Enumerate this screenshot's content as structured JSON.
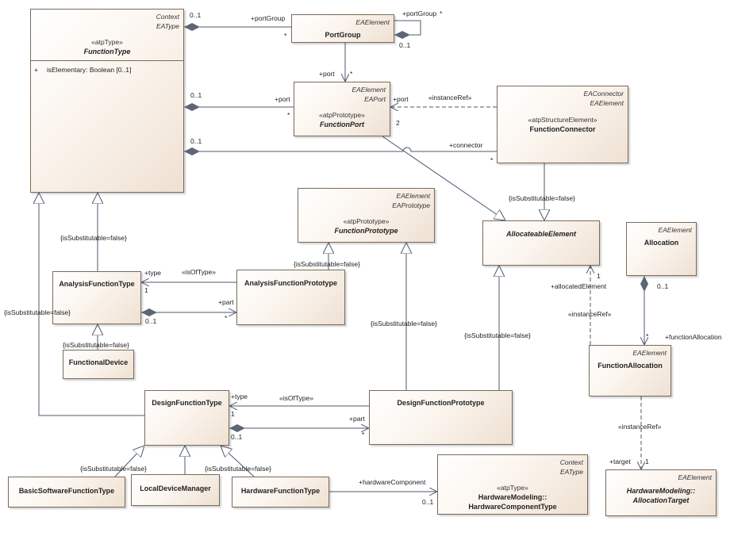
{
  "classes": {
    "function_type": {
      "stereo_tags": [
        "Context",
        "EAType"
      ],
      "stereotype": "«atpType»",
      "name": "FunctionType",
      "attribute_vis": "+",
      "attribute": "isElementary: Boolean [0..1]"
    },
    "port_group": {
      "stereo_tags": [
        "EAElement"
      ],
      "name": "PortGroup"
    },
    "function_port": {
      "stereo_tags": [
        "EAElement",
        "EAPort"
      ],
      "stereotype": "«atpPrototype»",
      "name": "FunctionPort"
    },
    "function_connector": {
      "stereo_tags": [
        "EAConnector",
        "EAElement"
      ],
      "stereotype": "«atpStructureElement»",
      "name": "FunctionConnector"
    },
    "function_prototype": {
      "stereo_tags": [
        "EAElement",
        "EAPrototype"
      ],
      "stereotype": "«atpPrototype»",
      "name": "FunctionPrototype"
    },
    "allocateable_element": {
      "name": "AllocateableElement"
    },
    "allocation": {
      "stereo_tags": [
        "EAElement"
      ],
      "name": "Allocation"
    },
    "analysis_function_type": {
      "name": "AnalysisFunctionType"
    },
    "analysis_function_prototype": {
      "name": "AnalysisFunctionPrototype"
    },
    "functional_device": {
      "name": "FunctionalDevice"
    },
    "function_allocation": {
      "stereo_tags": [
        "EAElement"
      ],
      "name": "FunctionAllocation"
    },
    "design_function_type": {
      "name": "DesignFunctionType"
    },
    "design_function_prototype": {
      "name": "DesignFunctionPrototype"
    },
    "basic_software_function_type": {
      "name": "BasicSoftwareFunctionType"
    },
    "local_device_manager": {
      "name": "LocalDeviceManager"
    },
    "hardware_function_type": {
      "name": "HardwareFunctionType"
    },
    "hardware_component_type": {
      "stereo_tags": [
        "Context",
        "EAType"
      ],
      "stereotype": "«atpType»",
      "name_line1": "HardwareModeling::",
      "name_line2": "HardwareComponentType"
    },
    "allocation_target": {
      "stereo_tags": [
        "EAElement"
      ],
      "name_line1": "HardwareModeling::",
      "name_line2": "AllocationTarget"
    }
  },
  "labels": {
    "ft_portgroup_mult_src": "0..1",
    "portgroup_role": "+portGroup",
    "portgroup_mult": "*",
    "portgroup_self_role": "+portGroup",
    "portgroup_self_mult_star": "*",
    "portgroup_self_mult_src": "0..1",
    "portgroup_port_role": "+port",
    "portgroup_port_mult": "*",
    "ft_port_mult_src": "0..1",
    "ft_port_role": "+port",
    "ft_port_mult": "*",
    "conn_port_role": "+port",
    "conn_port_mult": "2",
    "instance_ref_1": "«instanceRef»",
    "ft_conn_mult_src": "0..1",
    "ft_conn_role": "+connector",
    "ft_conn_mult": "*",
    "not_substitutable": "{isSubstitutable=false}",
    "type_role": "+type",
    "type_mult": "1",
    "is_of_type": "«isOfType»",
    "part_role": "+part",
    "part_mult": "*",
    "part_mult_src": "0..1",
    "allocated_element_role": "+allocatedElement",
    "allocated_element_mult": "1",
    "instance_ref_2": "«instanceRef»",
    "alloc_mult_src": "0..1",
    "function_allocation_role": "+functionAllocation",
    "function_allocation_mult": "*",
    "instance_ref_3": "«instanceRef»",
    "target_role": "+target",
    "target_mult": "1",
    "hardware_component_role": "+hardwareComponent",
    "hardware_component_mult": "0..1"
  },
  "colors": {
    "line": "#4d5a6e",
    "border": "#7a6a5c",
    "diamond": "#5d6675"
  }
}
